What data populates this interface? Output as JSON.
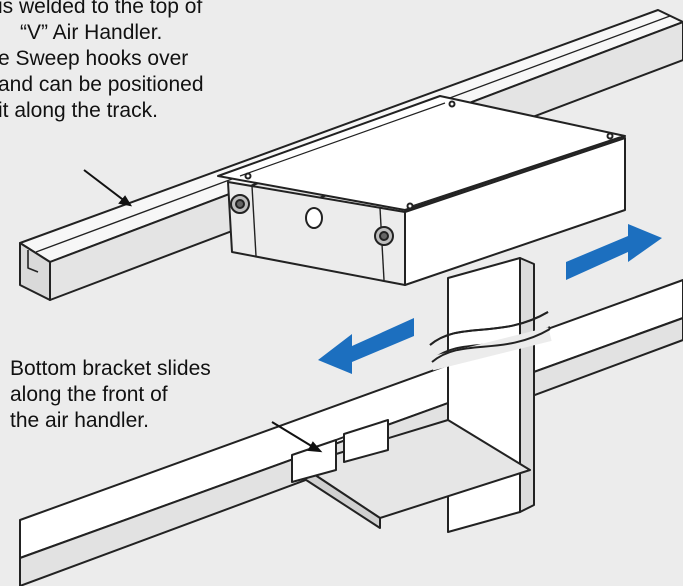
{
  "callouts": {
    "top": {
      "lines": [
        "is welded to the top of",
        "“V” Air Handler.",
        "e Sweep hooks over",
        "and can be positioned",
        "it along the track."
      ]
    },
    "bottom": {
      "lines": [
        "Bottom bracket slides",
        "along the front of",
        "the air handler."
      ]
    }
  },
  "colors": {
    "background": "#ececec",
    "arrow": "#1c6fbf",
    "line": "#222222",
    "part_fill": "#ffffff",
    "part_shade": "#d7d7d7"
  },
  "icons": {
    "left_arrow": "arrow-left-icon",
    "right_arrow": "arrow-right-icon"
  }
}
